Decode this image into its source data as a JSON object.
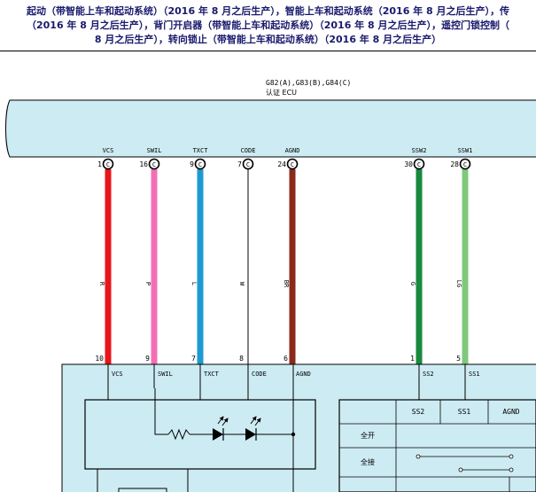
{
  "header": {
    "lines": [
      "起动（带智能上车和起动系统）（2016 年 8 月之后生产），智能上车和起动系统（2016 年 8 月之后生产），传",
      "（2016 年 8 月之后生产），背门开启器（带智能上车和起动系统）（2016 年 8 月之后生产），遥控门锁控制（",
      "8 月之后生产），转向锁止（带智能上车和起动系统）（2016 年 8 月之后生产）"
    ]
  },
  "ecu": {
    "connectors": "G82(A),G83(B),G84(C)",
    "name": "认证 ECU"
  },
  "wires": [
    {
      "signal": "VCS",
      "pin": "1",
      "color_code": "R",
      "hex": "#e8161b",
      "bottom_pin": "10",
      "bottom_label": "VCS"
    },
    {
      "signal": "SWIL",
      "pin": "16",
      "color_code": "P",
      "hex": "#f26fb6",
      "bottom_pin": "9",
      "bottom_label": "SWIL"
    },
    {
      "signal": "TXCT",
      "pin": "9",
      "color_code": "L",
      "hex": "#1e9ad1",
      "bottom_pin": "7",
      "bottom_label": "TXCT"
    },
    {
      "signal": "CODE",
      "pin": "7",
      "color_code": "W",
      "hex": "#ffffff",
      "bottom_pin": "8",
      "bottom_label": "CODE"
    },
    {
      "signal": "AGND",
      "pin": "24",
      "color_code": "BR",
      "hex": "#8b2a1a",
      "bottom_pin": "6",
      "bottom_label": "AGND"
    },
    {
      "signal": "SSW2",
      "pin": "30",
      "color_code": "G",
      "hex": "#178a3c",
      "bottom_pin": "1",
      "bottom_label": "SS2"
    },
    {
      "signal": "SSW1",
      "pin": "28",
      "color_code": "LG",
      "hex": "#7fc97c",
      "bottom_pin": "5",
      "bottom_label": "SS1"
    }
  ],
  "connector_letter": "C",
  "switch_table": {
    "headers": [
      "SS2",
      "SS1",
      "AGND"
    ],
    "rows": [
      "全开",
      "全接"
    ]
  },
  "colors": {
    "panel_fill": "#cdebf2",
    "header_text": "#1a1a6e"
  }
}
